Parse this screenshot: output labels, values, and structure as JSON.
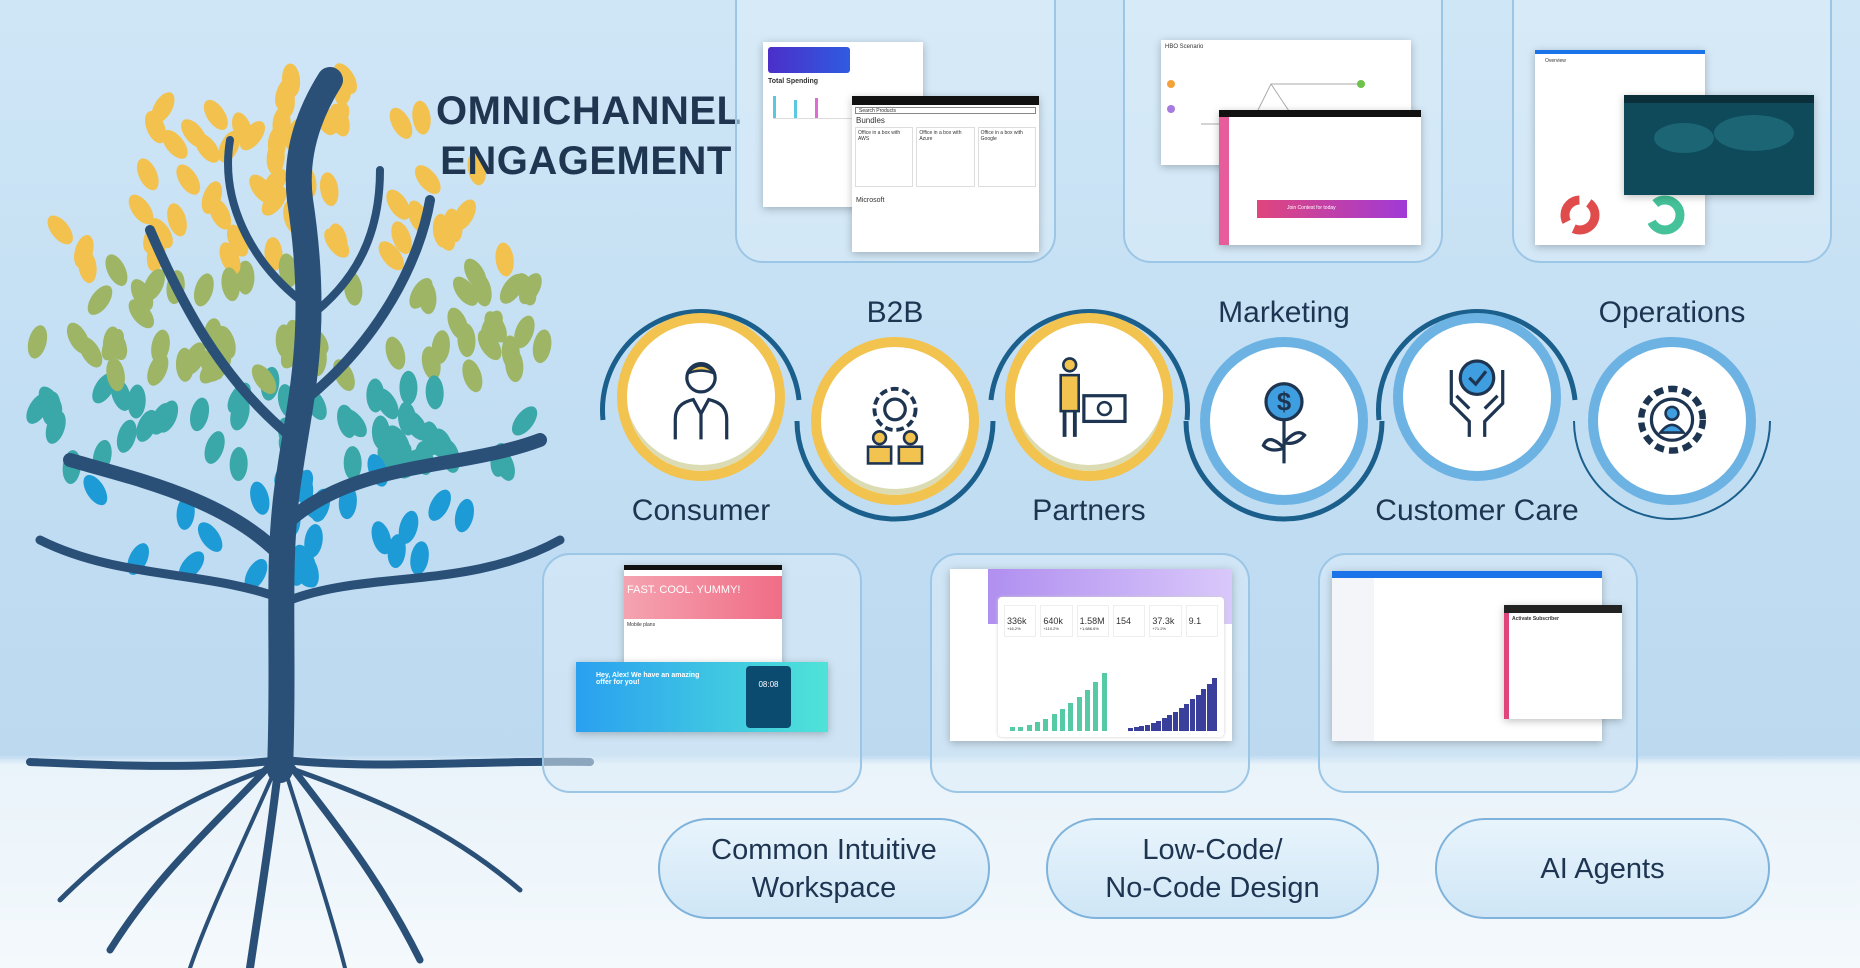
{
  "title": {
    "line1": "OMNICHANNEL",
    "line2": "ENGAGEMENT"
  },
  "segments": [
    {
      "label": "Consumer",
      "icon": "businessman-icon",
      "ring": "gold"
    },
    {
      "label": "B2B",
      "icon": "gear-team-icon",
      "ring": "gold"
    },
    {
      "label": "Partners",
      "icon": "person-money-icon",
      "ring": "gold"
    },
    {
      "label": "Marketing",
      "icon": "money-plant-icon",
      "ring": "blue"
    },
    {
      "label": "Customer Care",
      "icon": "hands-check-icon",
      "ring": "blue"
    },
    {
      "label": "Operations",
      "icon": "gear-person-icon",
      "ring": "blue"
    }
  ],
  "pills": [
    {
      "line1": "Common Intuitive",
      "line2": "Workspace"
    },
    {
      "line1": "Low-Code/",
      "line2": "No-Code Design"
    },
    {
      "line1": "AI Agents",
      "line2": ""
    }
  ],
  "thumbs": {
    "b2b": {
      "heading1": "Bundles",
      "heading2": "Microsoft",
      "offers": [
        "Office in a box with AWS",
        "Office in a box with Azure",
        "Office in a box with Google"
      ],
      "search": "Search Products",
      "spend": "Total Spending"
    },
    "marketing": {
      "scenario": "HBO Scenario",
      "contest": "Join Contest for today"
    },
    "operations": {
      "panel": "Overview"
    },
    "consumer": {
      "hero": "FAST. COOL. YUMMY!",
      "plans": "Mobile plans",
      "offer": "Hey, Alex! We have an amazing offer for you!",
      "time": "08:08"
    },
    "lowcode": {
      "kpis": [
        "336k",
        "640k",
        "1.58M",
        "154",
        "37.3k",
        "9.1"
      ],
      "deltas": [
        "+16.2%",
        "+110.2%",
        "+1,686.6%",
        "",
        "+71.2%",
        ""
      ]
    },
    "care": {
      "panel": "Activate Subscriber"
    }
  },
  "colors": {
    "gold": "#f2c34e",
    "blue": "#6cb3e4",
    "navy": "#1b5f8c",
    "text": "#1e3552"
  }
}
